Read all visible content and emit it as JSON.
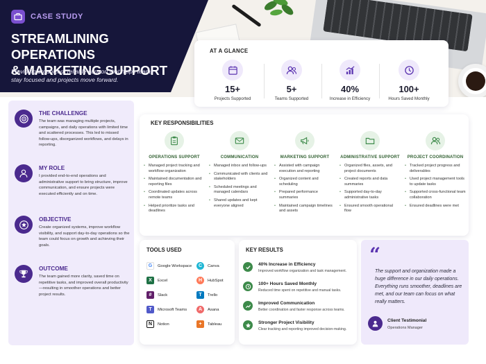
{
  "header": {
    "label": "CASE STUDY",
    "title_line1": "STREAMLINING OPERATIONS",
    "title_line2": "& MARKETING SUPPORT",
    "subtitle": "Providing organized, reliable support that helps teams stay focused and projects move forward."
  },
  "glance": {
    "heading": "AT A GLANCE",
    "stats": [
      {
        "icon": "calendar-icon",
        "value": "15+",
        "label": "Projects Supported"
      },
      {
        "icon": "team-icon",
        "value": "5+",
        "label": "Teams Supported"
      },
      {
        "icon": "growth-chart-icon",
        "value": "40%",
        "label": "Increase in Efficiency"
      },
      {
        "icon": "clock-icon",
        "value": "100+",
        "label": "Hours Saved Monthly"
      }
    ]
  },
  "left": {
    "sections": [
      {
        "icon": "target-icon",
        "title": "THE CHALLENGE",
        "text": "The team was managing multiple projects, campaigns, and daily operations with limited time and scattered processes. This led to missed follow-ups, disorganized workflows, and delays in reporting."
      },
      {
        "icon": "person-icon",
        "title": "MY ROLE",
        "text": "I provided end-to-end operations and administrative support to bring structure, improve communication, and ensure projects were executed efficiently and on time."
      },
      {
        "icon": "star-badge-icon",
        "title": "OBJECTIVE",
        "text": "Create organized systems, improve workflow visibility, and support day-to-day operations so the team could focus on growth and achieving their goals."
      },
      {
        "icon": "trophy-icon",
        "title": "OUTCOME",
        "text": "The team gained more clarity, saved time on repetitive tasks, and improved overall productivity—resulting in smoother operations and better project results."
      }
    ]
  },
  "responsibilities": {
    "heading": "KEY RESPONSIBILITIES",
    "columns": [
      {
        "icon": "clipboard-icon",
        "title": "OPERATIONS SUPPORT",
        "items": [
          "Managed project tracking and workflow organization",
          "Maintained documentation and reporting files",
          "Coordinated updates across remote teams",
          "Helped prioritize tasks and deadlines"
        ]
      },
      {
        "icon": "mail-icon",
        "title": "COMMUNICATION",
        "items": [
          "Managed inbox and follow-ups",
          "Communicated with clients and stakeholders",
          "Scheduled meetings and managed calendars",
          "Shared updates and kept everyone aligned"
        ]
      },
      {
        "icon": "megaphone-icon",
        "title": "MARKETING SUPPORT",
        "items": [
          "Assisted with campaign execution and reporting",
          "Organized content and scheduling",
          "Prepared performance summaries",
          "Maintained campaign timelines and assets"
        ]
      },
      {
        "icon": "folder-icon",
        "title": "ADMINISTRATIVE SUPPORT",
        "items": [
          "Organized files, assets, and project documents",
          "Created reports and data summaries",
          "Supported day-to-day administrative tasks",
          "Ensured smooth operational flow"
        ]
      },
      {
        "icon": "people-icon",
        "title": "PROJECT COORDINATION",
        "items": [
          "Tracked project progress and deliverables",
          "Used project management tools to update tasks",
          "Supported cross-functional team collaboration",
          "Ensured deadlines were met"
        ]
      }
    ]
  },
  "tools": {
    "heading": "TOOLS USED",
    "items": [
      {
        "name": "Google Workspace",
        "icon": "google-logo",
        "color": "#4285f4",
        "glyph": "G"
      },
      {
        "name": "Canva",
        "icon": "canva-logo",
        "color": "#1fb6d4",
        "glyph": "C"
      },
      {
        "name": "Excel",
        "icon": "excel-logo",
        "color": "#1e7145",
        "glyph": "X"
      },
      {
        "name": "HubSpot",
        "icon": "hubspot-logo",
        "color": "#ff7a59",
        "glyph": "H"
      },
      {
        "name": "Slack",
        "icon": "slack-logo",
        "color": "#611f69",
        "glyph": "#"
      },
      {
        "name": "Trello",
        "icon": "trello-logo",
        "color": "#0079bf",
        "glyph": "T"
      },
      {
        "name": "Microsoft Teams",
        "icon": "teams-logo",
        "color": "#5059c9",
        "glyph": "T"
      },
      {
        "name": "Asana",
        "icon": "asana-logo",
        "color": "#f06a6a",
        "glyph": "A"
      },
      {
        "name": "Notion",
        "icon": "notion-logo",
        "color": "#111111",
        "glyph": "N"
      },
      {
        "name": "Tableau",
        "icon": "tableau-logo",
        "color": "#e97627",
        "glyph": "+"
      }
    ]
  },
  "results": {
    "heading": "KEY RESULTS",
    "items": [
      {
        "icon": "check-icon",
        "title": "40% Increase in Efficiency",
        "desc": "Improved workflow organization and task management."
      },
      {
        "icon": "clock-icon",
        "title": "100+ Hours Saved Monthly",
        "desc": "Reduced time spent on repetitive and manual tasks."
      },
      {
        "icon": "trend-icon",
        "title": "Improved Communication",
        "desc": "Better coordination and faster response across teams."
      },
      {
        "icon": "star-icon",
        "title": "Stronger Project Visibility",
        "desc": "Clear tracking and reporting improved decision-making."
      }
    ]
  },
  "testimonial": {
    "quote": "The support and organization made a huge difference in our daily operations. Everything runs smoother, deadlines are met, and our team can focus on what really matters.",
    "name": "Client Testimonial",
    "role": "Operations Manager"
  },
  "colors": {
    "navy": "#16163a",
    "purple": "#4b2a8e",
    "green": "#3d8a4a"
  }
}
